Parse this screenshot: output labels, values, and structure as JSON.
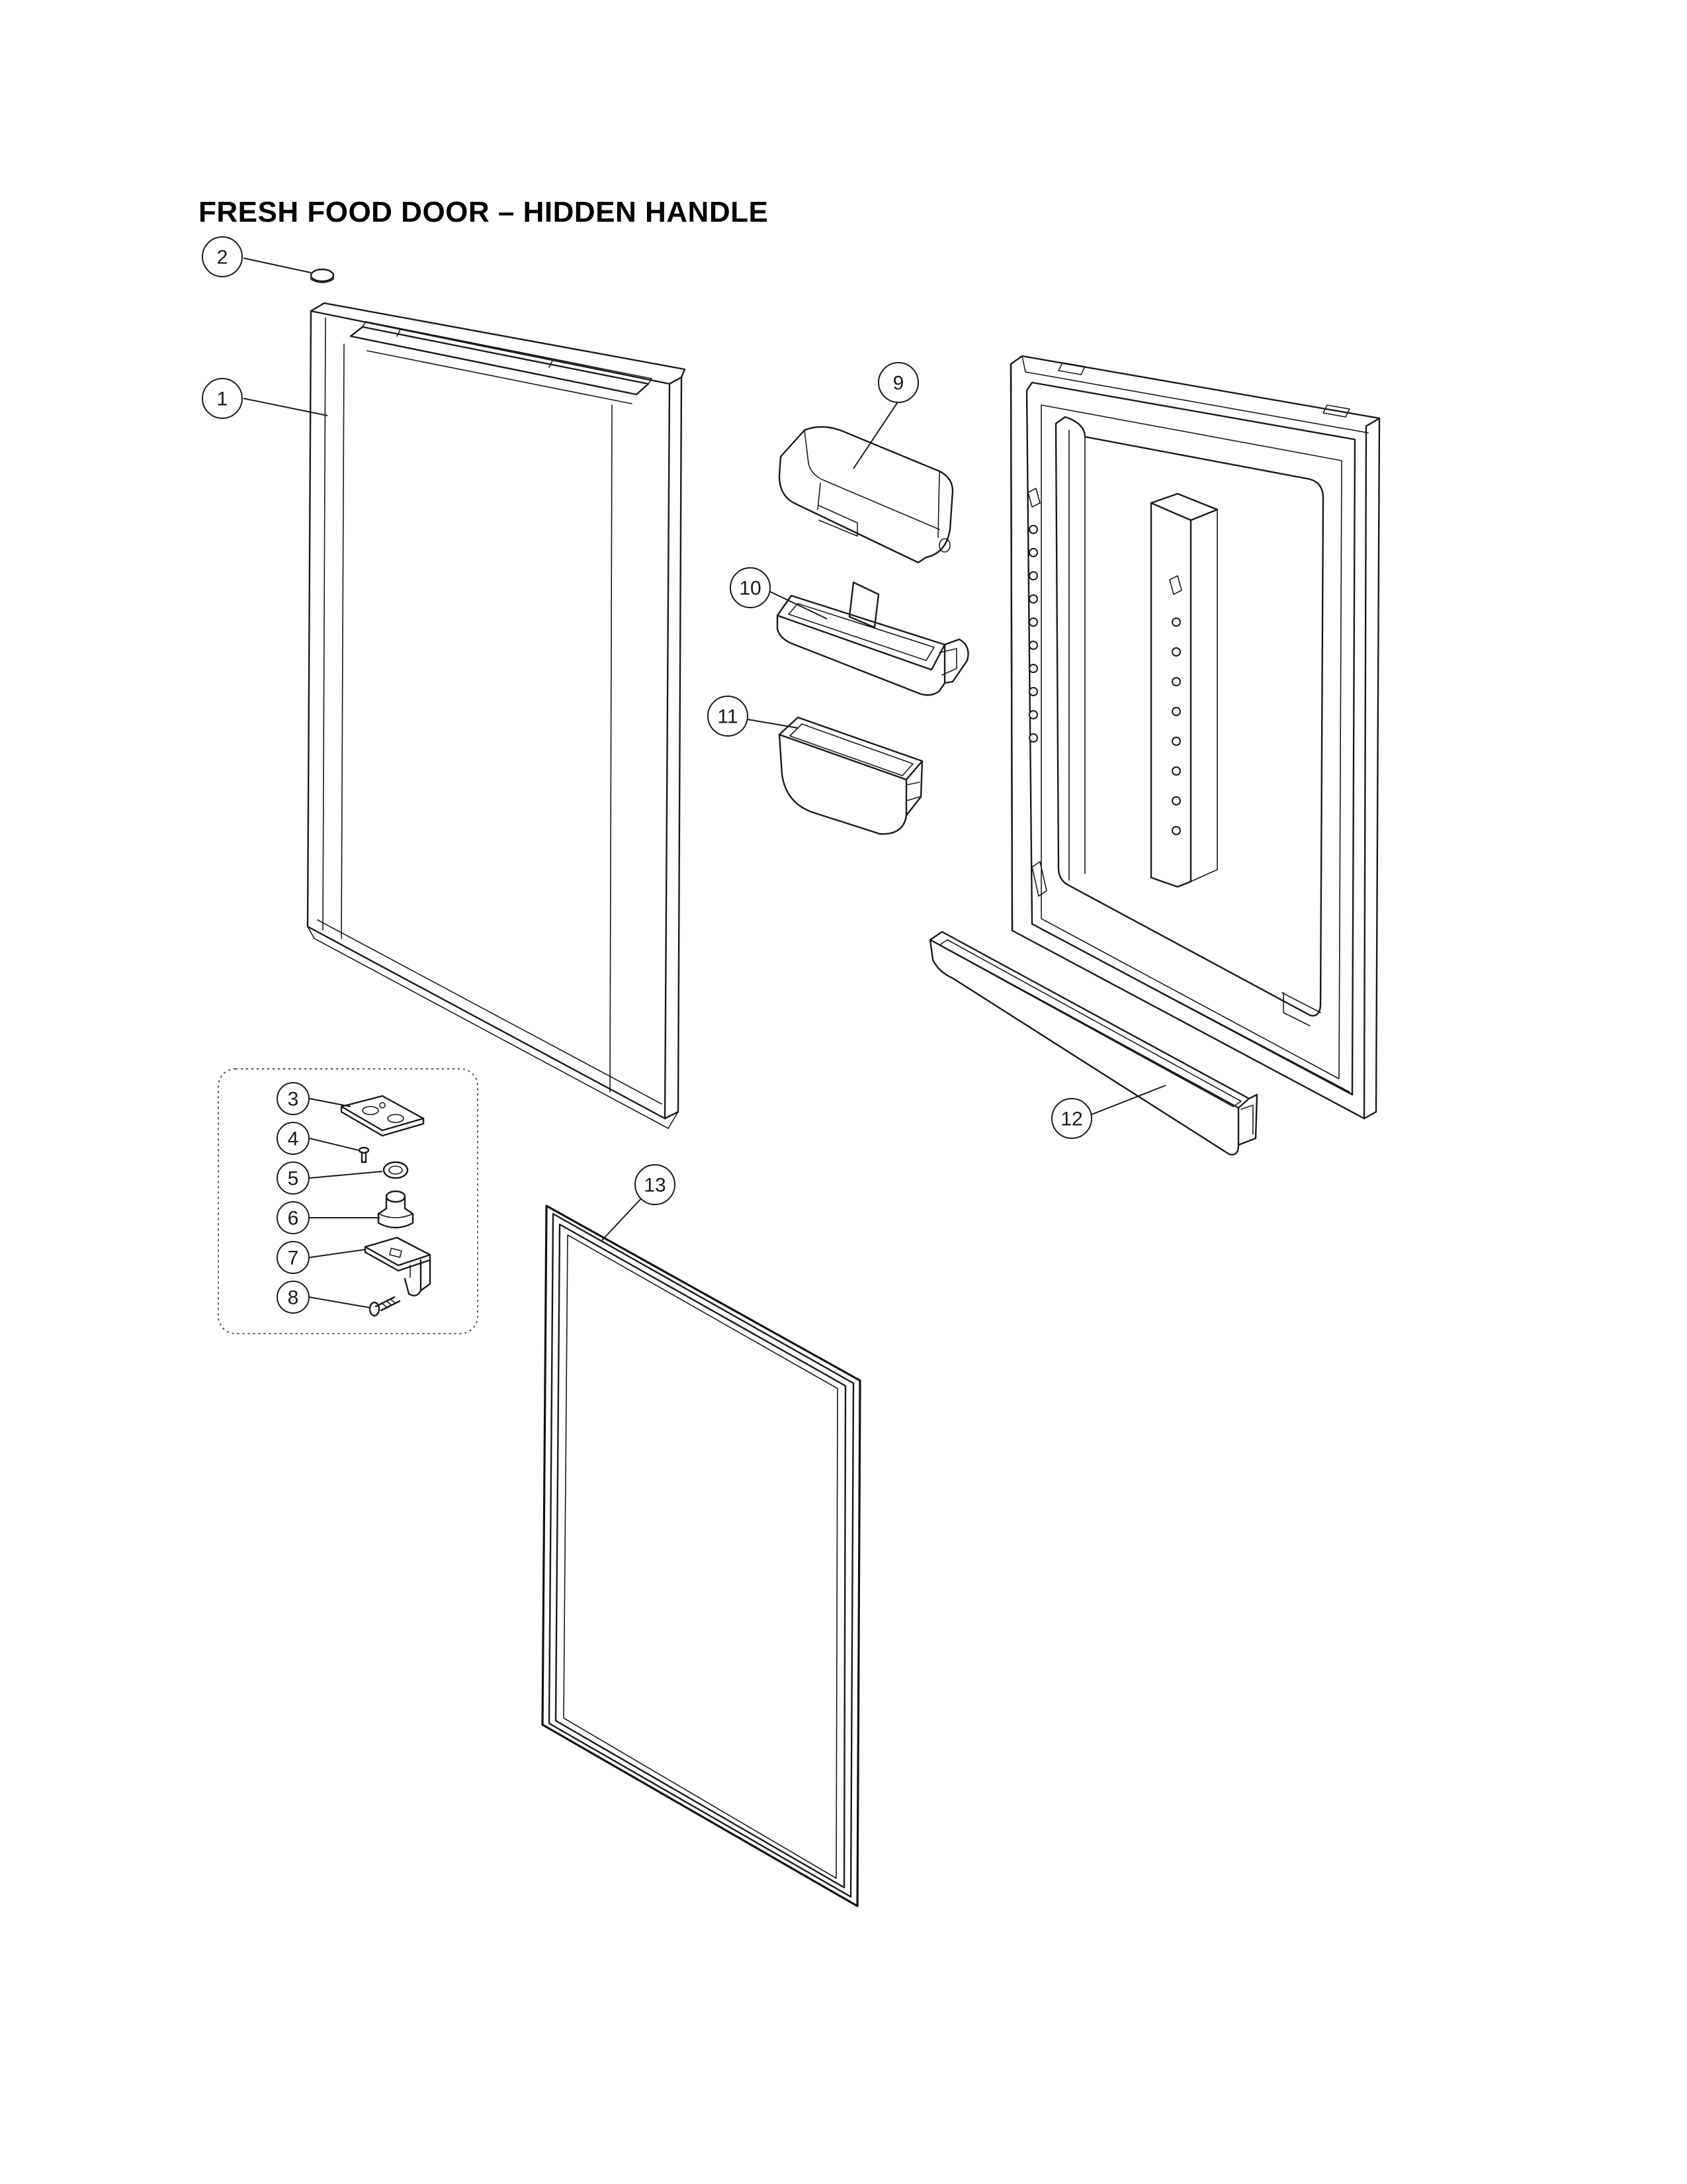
{
  "title": "FRESH FOOD DOOR – HIDDEN HANDLE",
  "callouts": [
    {
      "id": "1",
      "part": "door-outer-panel"
    },
    {
      "id": "2",
      "part": "hinge-cap"
    },
    {
      "id": "3",
      "part": "upper-hinge-plate"
    },
    {
      "id": "4",
      "part": "screw"
    },
    {
      "id": "5",
      "part": "washer"
    },
    {
      "id": "6",
      "part": "hinge-pin-bushing"
    },
    {
      "id": "7",
      "part": "lower-hinge-bracket"
    },
    {
      "id": "8",
      "part": "bolt"
    },
    {
      "id": "9",
      "part": "dairy-bin-cover"
    },
    {
      "id": "10",
      "part": "dairy-bin"
    },
    {
      "id": "11",
      "part": "door-bin"
    },
    {
      "id": "12",
      "part": "door-shelf"
    },
    {
      "id": "13",
      "part": "door-gasket"
    }
  ]
}
